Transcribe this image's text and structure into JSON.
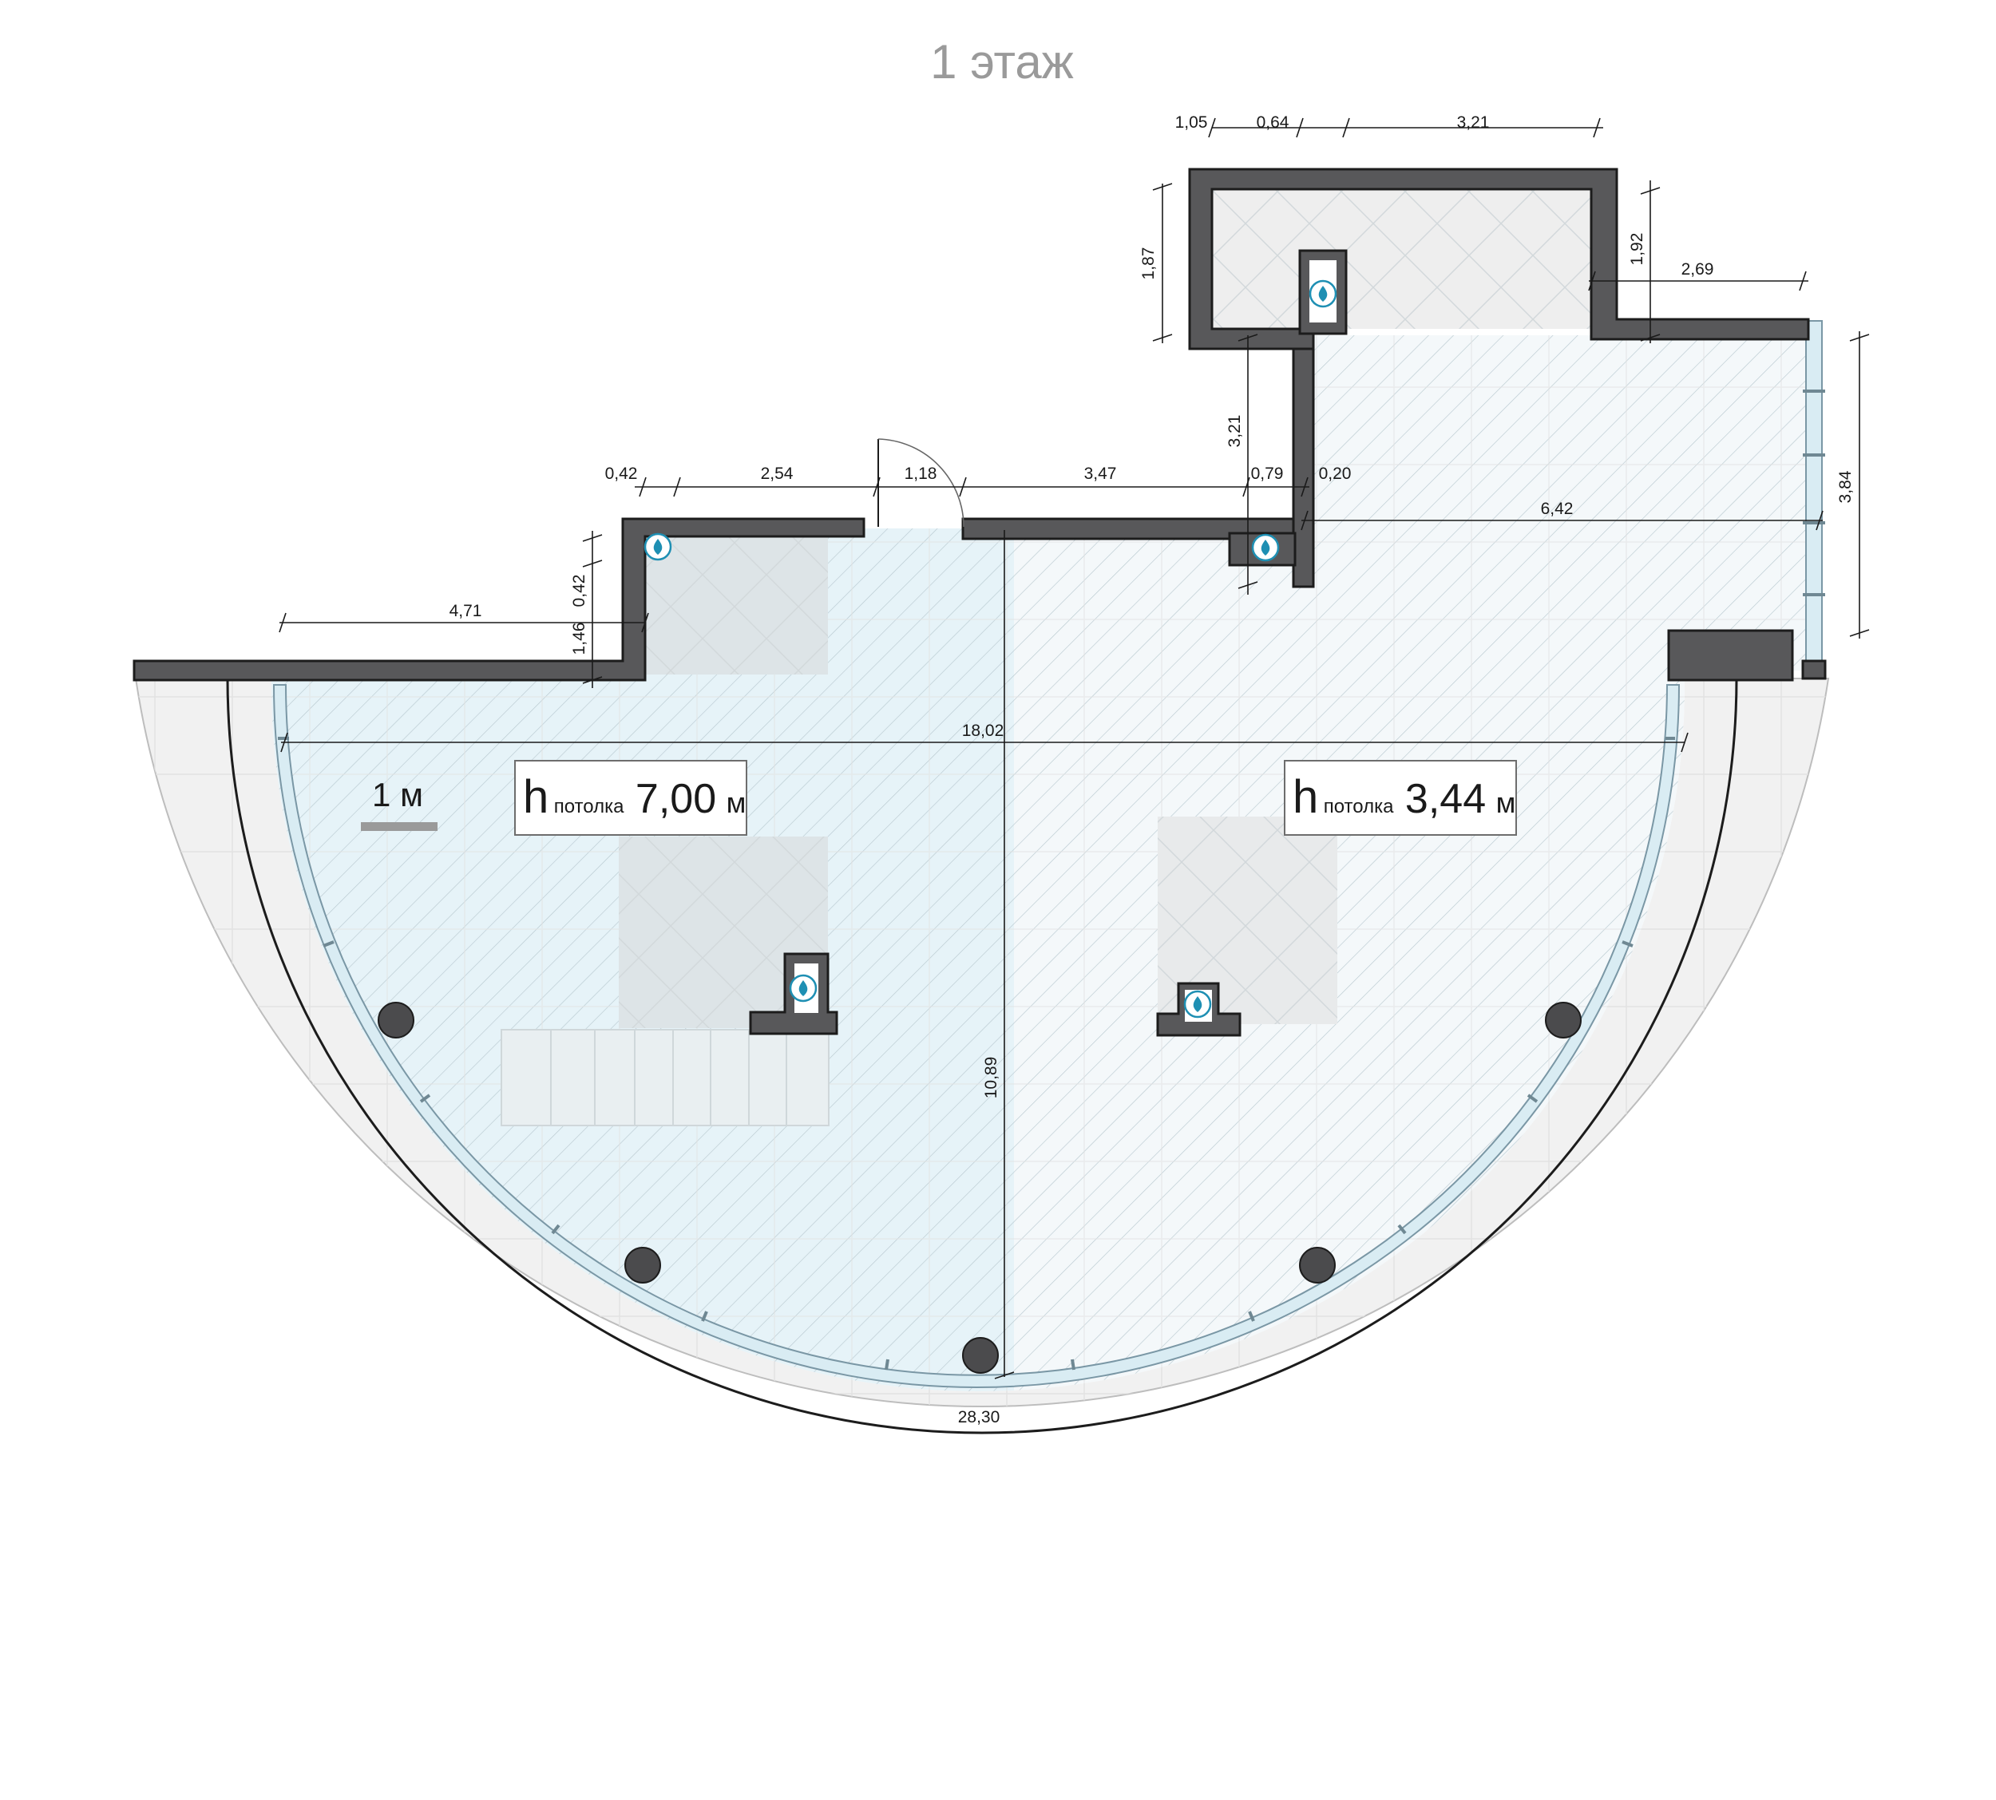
{
  "title": "1 этаж",
  "scale": {
    "label": "1 м"
  },
  "ceiling_labels": [
    {
      "h": "h",
      "sub": "потолка",
      "value": "7,00",
      "unit": "м"
    },
    {
      "h": "h",
      "sub": "потолка",
      "value": "3,44",
      "unit": "м"
    }
  ],
  "dimensions": {
    "d105": "1,05",
    "d064": "0,64",
    "d321top": "3,21",
    "d187": "1,87",
    "d192": "1,92",
    "d269": "2,69",
    "d384": "3,84",
    "d321v": "3,21",
    "d042a": "0,42",
    "d254": "2,54",
    "d118": "1,18",
    "d347": "3,47",
    "d079": "0,79",
    "d020": "0,20",
    "d642": "6,42",
    "d471": "4,71",
    "d042v": "0,42",
    "d146": "1,46",
    "d1802": "18,02",
    "d1089": "10,89",
    "d2830": "28,30"
  },
  "colors": {
    "floor_tint": "#e6f3f8",
    "terrace": "#f1f1f1",
    "wall": "#58585a",
    "water": "#1e8fb3",
    "glass": "#d9ecf3"
  },
  "icons": [
    "water-supply-icon",
    "column-icon",
    "door-icon"
  ]
}
